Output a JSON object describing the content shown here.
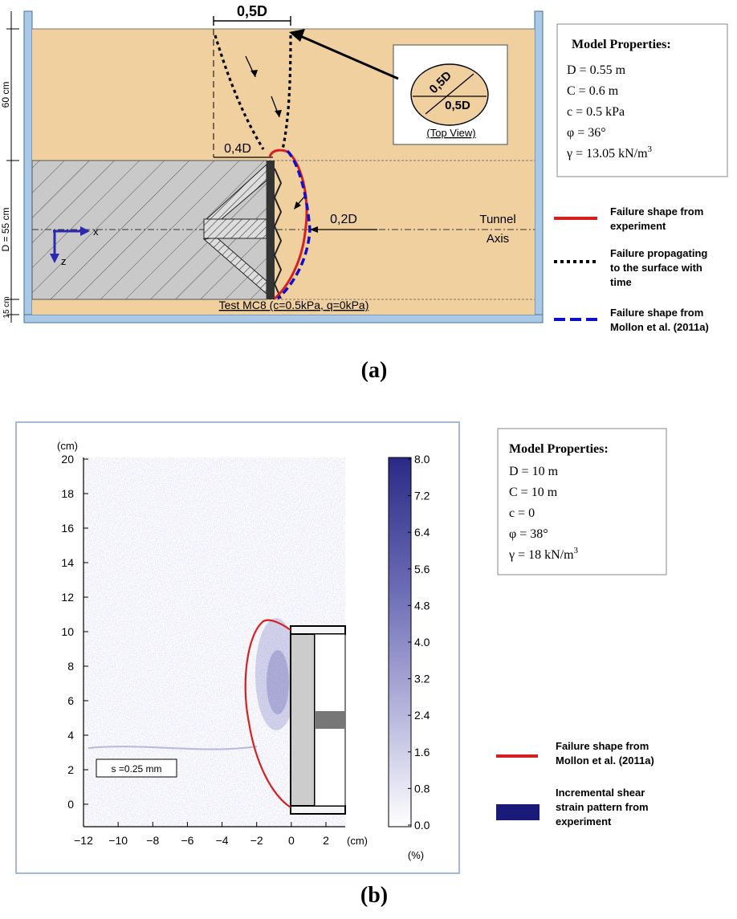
{
  "panel_a": {
    "caption": "(a)",
    "dims": {
      "w05d": "0,5D",
      "w04d": "0,4D",
      "w02d": "0,2D"
    },
    "side_labels": {
      "top": "60 cm",
      "middle": "D = 55 cm",
      "bottom": "15 cm"
    },
    "axis_labels": {
      "x": "x",
      "z": "z"
    },
    "tunnel_axis": {
      "line1": "Tunnel",
      "line2": "Axis"
    },
    "test_label": "Test MC8 (c=0.5kPa, q=0kPa)",
    "top_view": {
      "d1": "0,5D",
      "d2": "0,5D",
      "caption": "(Top View)"
    },
    "properties": {
      "title": "Model Properties:",
      "lines": [
        "D = 0.55 m",
        "C = 0.6 m",
        "c = 0.5 kPa",
        "φ = 36°"
      ],
      "gamma_prefix": "γ = 13.05 kN/m",
      "gamma_exp": "3"
    },
    "legend": [
      {
        "id": "exp",
        "lines": [
          "Failure shape from",
          "experiment"
        ],
        "color": "#d62020"
      },
      {
        "id": "prop",
        "lines": [
          "Failure propagating",
          "to the surface with",
          "time"
        ],
        "color": "#000000"
      },
      {
        "id": "mollon",
        "lines": [
          "Failure shape from",
          "Mollon et al. (2011a)"
        ],
        "color": "#1010c8"
      }
    ],
    "colors": {
      "sand": "#f1d0a0",
      "hatch": "#c9c9c9",
      "wall": "#a9c9e6"
    }
  },
  "panel_b": {
    "caption": "(b)",
    "unit_y": "(cm)",
    "unit_x": "(cm)",
    "unit_pct": "(%)",
    "y_ticks": [
      "20",
      "18",
      "16",
      "14",
      "12",
      "10",
      "8",
      "6",
      "4",
      "2",
      "0"
    ],
    "x_ticks": [
      "−12",
      "−10",
      "−8",
      "−6",
      "−4",
      "−2",
      "0",
      "2"
    ],
    "cbar_ticks": [
      "8.0",
      "7.2",
      "6.4",
      "5.6",
      "4.8",
      "4.0",
      "3.2",
      "2.4",
      "1.6",
      "0.8",
      "0.0"
    ],
    "scale_label": "s =0.25 mm",
    "properties": {
      "title": "Model Properties:",
      "lines": [
        "D = 10 m",
        "C = 10 m",
        "c = 0",
        "φ = 38°"
      ],
      "gamma_prefix": "γ = 18 kN/m",
      "gamma_exp": "3"
    },
    "legend": [
      {
        "id": "mollon-b",
        "lines": [
          "Failure shape from",
          "Mollon et al. (2011a)"
        ],
        "color": "#d62020"
      },
      {
        "id": "strain",
        "lines": [
          "Incremental shear",
          "strain pattern from",
          "experiment"
        ],
        "color": "#1a1a7a"
      }
    ],
    "colors": {
      "cbar_top": "#2a2a86",
      "cbar_bottom": "#ffffff",
      "frame": "#a6b6e0"
    }
  }
}
